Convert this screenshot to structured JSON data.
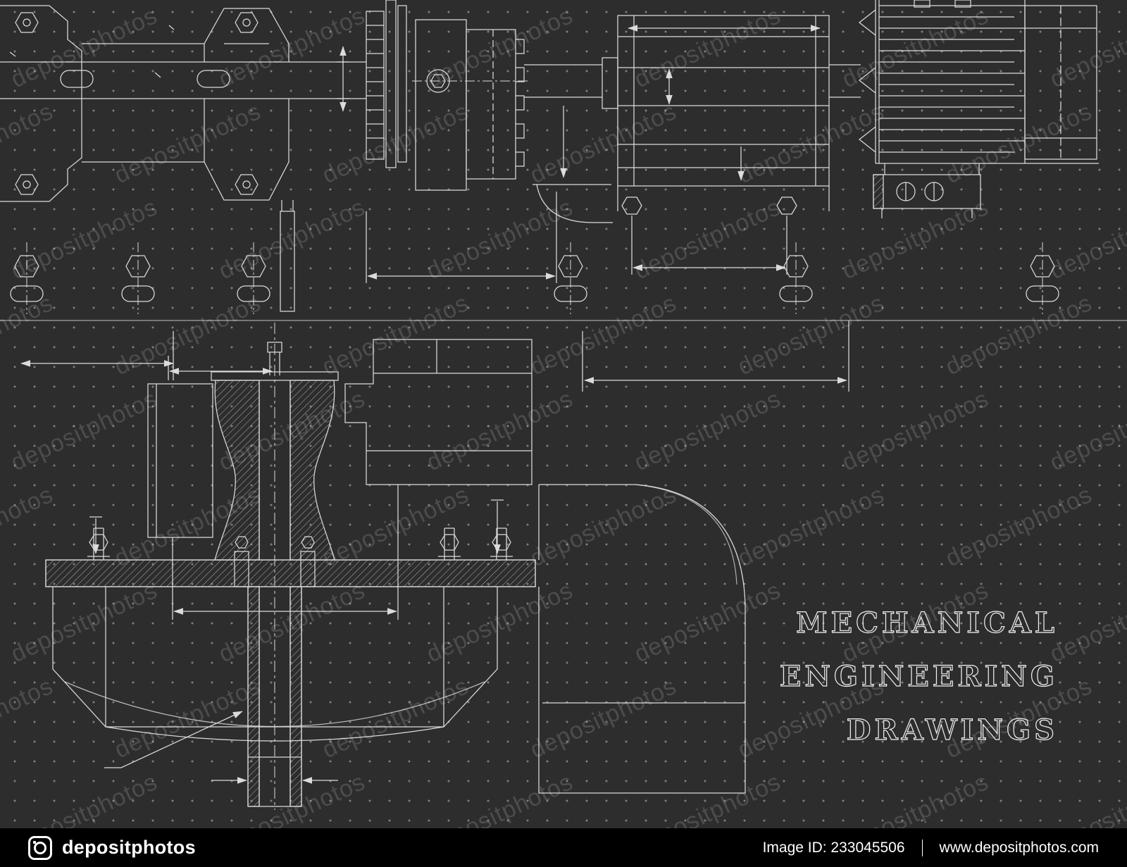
{
  "colors": {
    "background": "#2d2d2d",
    "footer_background": "#000000",
    "line": "#ececec",
    "dot_grid": "#d7d7d7",
    "watermark": "rgba(255,255,255,0.15)",
    "title_outline": "#f0f0f0"
  },
  "watermark": {
    "text": "depositphotos"
  },
  "title": {
    "lines": [
      "MECHANICAL",
      "ENGINEERING",
      "DRAWINGS"
    ]
  },
  "footer": {
    "logo_icon": "camera-rounded-square",
    "brand": "depositphotos",
    "image_id": "Image ID: 233045506",
    "website": "www.depositphotos.com"
  }
}
